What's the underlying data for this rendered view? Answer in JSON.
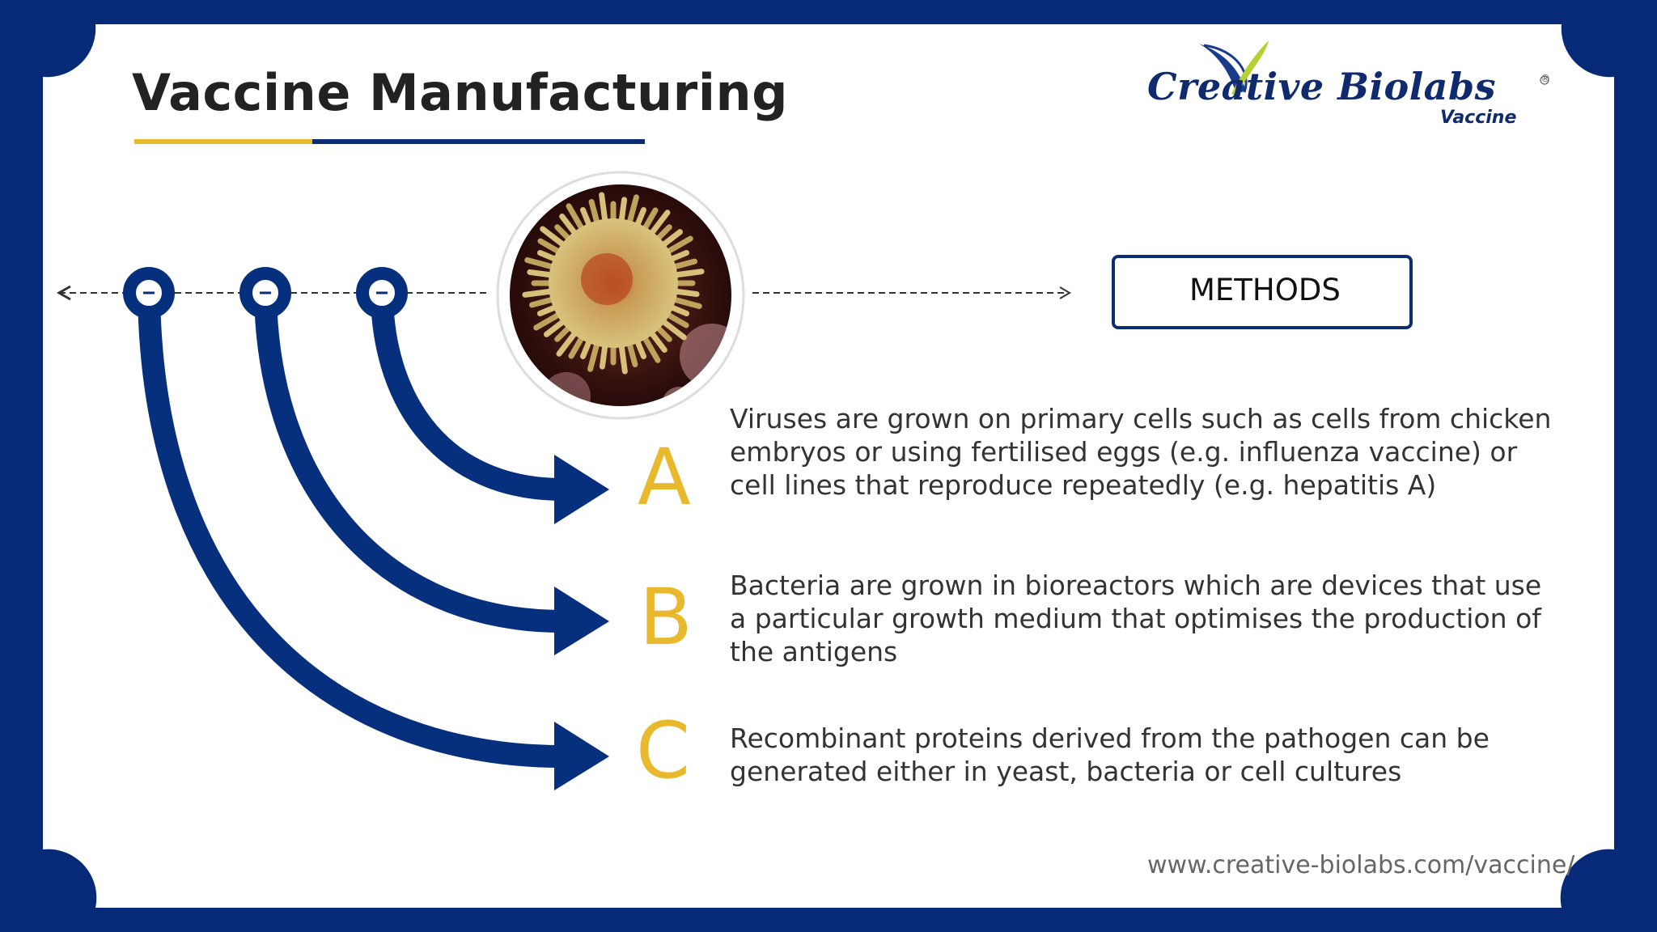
{
  "slide": {
    "title": "Vaccine Manufacturing",
    "logo_main": "Creative Biolabs",
    "logo_sub": "Vaccine",
    "logo_registered": "®",
    "methods_label": "METHODS",
    "url": "www.creative-biolabs.com/vaccine/"
  },
  "methods": [
    {
      "letter": "A",
      "text": "Viruses are grown on primary cells such as cells from chicken embryos or using fertilised eggs (e.g. influenza vaccine) or cell lines that reproduce repeatedly (e.g. hepatitis A)"
    },
    {
      "letter": "B",
      "text": "Bacteria are grown in bioreactors which are devices that use a particular growth medium that optimises the production of the antigens"
    },
    {
      "letter": "C",
      "text": "Recombinant proteins derived from the pathogen can be generated either in yeast, bacteria or cell cultures"
    }
  ],
  "colors": {
    "frame_navy": "#062a78",
    "accent_gold": "#e8b92c",
    "text_dark": "#333333"
  },
  "icons": {
    "virus": "virus-particle-image",
    "logo_mark": "leaf-sprout-icon"
  }
}
